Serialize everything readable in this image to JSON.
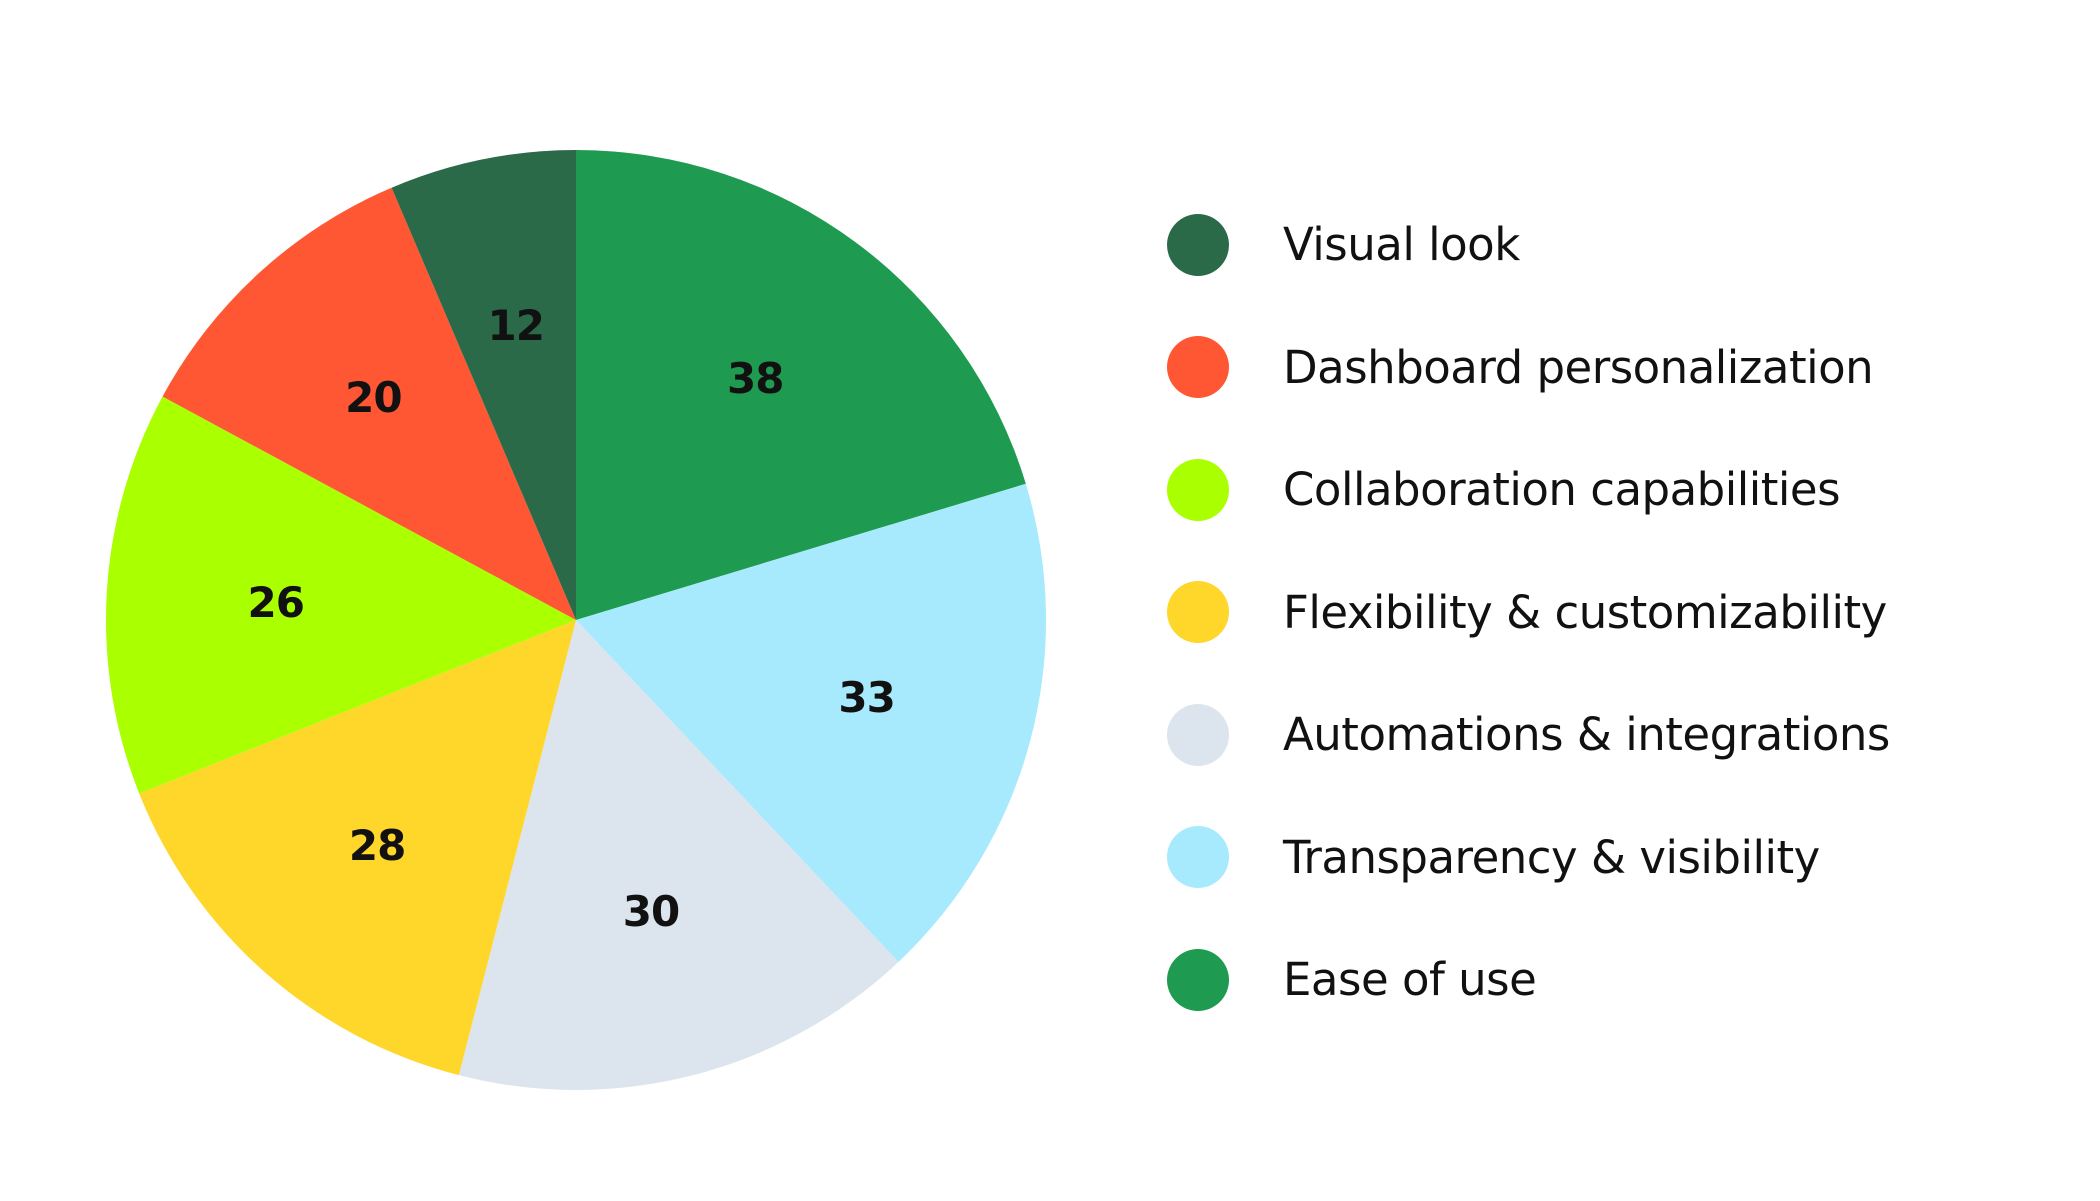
{
  "chart_data": {
    "type": "pie",
    "title": "",
    "slices": [
      {
        "name": "Ease of use",
        "value": 38,
        "color": "#1E9B50"
      },
      {
        "name": "Transparency & visibility",
        "value": 33,
        "color": "#A8EAFD"
      },
      {
        "name": "Automations & integrations",
        "value": 30,
        "color": "#DCE5ED"
      },
      {
        "name": "Flexibility & customizability",
        "value": 28,
        "color": "#FFD62A"
      },
      {
        "name": "Collaboration capabilities",
        "value": 26,
        "color": "#AAFF00"
      },
      {
        "name": "Dashboard personalization",
        "value": 20,
        "color": "#FF5733"
      },
      {
        "name": "Visual look",
        "value": 12,
        "color": "#2B6A48"
      }
    ],
    "legend_placement": "right",
    "legend_order": [
      "Visual look",
      "Dashboard personalization",
      "Collaboration capabilities",
      "Flexibility & customizability",
      "Automations & integrations",
      "Transparency & visibility",
      "Ease of use"
    ]
  }
}
